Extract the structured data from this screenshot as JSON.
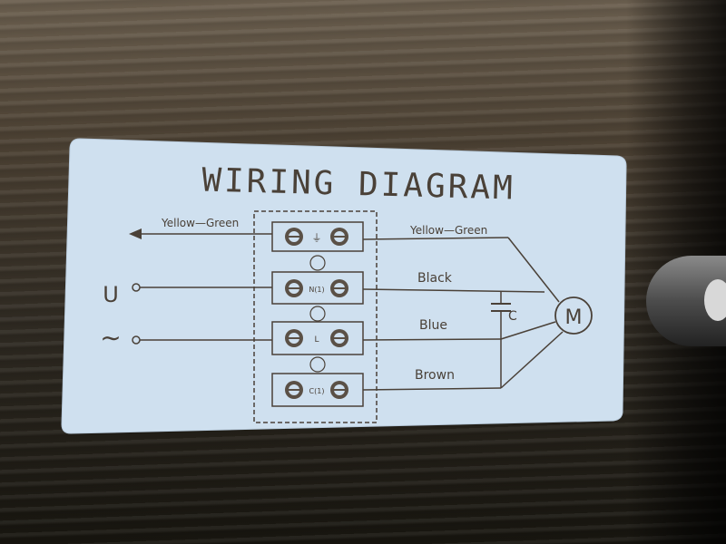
{
  "label": {
    "title": "WIRING DIAGRAM",
    "wires": {
      "ground": "Yellow—Green",
      "ground_right": "Yellow—Green",
      "black": "Black",
      "blue": "Blue",
      "brown": "Brown"
    },
    "inputs": {
      "u": "U",
      "ac": "∼"
    },
    "capacitor": "C",
    "motor": "M",
    "terminals": [
      "⏚",
      "N(1)",
      "L",
      "C(1)"
    ]
  },
  "colors": {
    "label_bg": "#cfe0ef",
    "ink": "#4a4138"
  }
}
